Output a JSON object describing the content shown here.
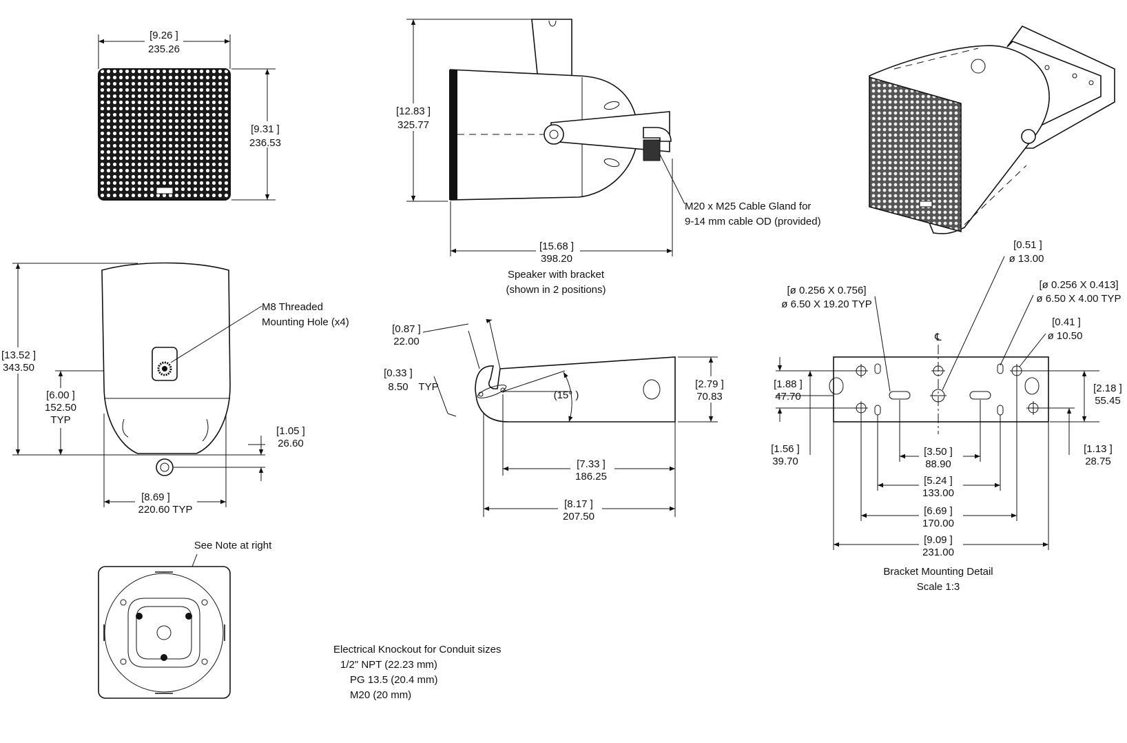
{
  "front_view": {
    "width_in": "[9.26 ]",
    "width_mm": "235.26",
    "height_in": "[9.31 ]",
    "height_mm": "236.53"
  },
  "side_view": {
    "height_in": "[12.83 ]",
    "height_mm": "325.77",
    "depth_in": "[15.68 ]",
    "depth_mm": "398.20",
    "cable_gland_line1": "M20 x M25 Cable Gland  for",
    "cable_gland_line2": "9-14 mm cable OD (provided)",
    "caption_line1": "Speaker with bracket",
    "caption_line2": "(shown in 2 positions)"
  },
  "back_view": {
    "height_in": "[13.52 ]",
    "height_mm": "343.50",
    "mount_height_in": "[6.00 ]",
    "mount_height_mm": "152.50",
    "mount_height_typ": "TYP",
    "hole_note_line1": "M8 Threaded",
    "hole_note_line2": "Mounting Hole  (x4)",
    "offset_in": "[1.05 ]",
    "offset_mm": "26.60",
    "width_in": "[8.69 ]",
    "width_mm": "220.60  TYP"
  },
  "bottom_view": {
    "note": "See Note at right"
  },
  "knockout_note": {
    "title": "Electrical Knockout for Conduit sizes",
    "sizes": [
      "1/2\" NPT (22.23 mm)",
      "PG 13.5 (20.4 mm)",
      "M20 (20 mm)"
    ]
  },
  "bracket_side": {
    "tab_in": "[0.87 ]",
    "tab_mm": "22.00",
    "slot_in": "[0.33 ]",
    "slot_mm": "8.50",
    "slot_typ": "TYP",
    "angle": "(15° )",
    "height_in": "[2.79 ]",
    "height_mm": "70.83",
    "inner_len_in": "[7.33 ]",
    "inner_len_mm": "186.25",
    "total_len_in": "[8.17 ]",
    "total_len_mm": "207.50"
  },
  "bracket_detail": {
    "center_hole_in": "[0.51 ]",
    "center_hole_mm": "ø  13.00",
    "slot_large_in": "[ø  0.256  X  0.756]",
    "slot_large_mm": "ø  6.50  X  19.20  TYP",
    "slot_small_in": "[ø  0.256  X  0.413]",
    "slot_small_mm": "ø  6.50  X  4.00  TYP",
    "hole_in": "[0.41 ]",
    "hole_mm": "ø  10.50",
    "centerline": "℄",
    "left_h_in": "[1.88 ]",
    "left_h_mm": "47.70",
    "left_low_in": "[1.56 ]",
    "left_low_mm": "39.70",
    "right_h_in": "[2.18 ]",
    "right_h_mm": "55.45",
    "right_low_in": "[1.13 ]",
    "right_low_mm": "28.75",
    "d1_in": "[3.50 ]",
    "d1_mm": "88.90",
    "d2_in": "[5.24 ]",
    "d2_mm": "133.00",
    "d3_in": "[6.69 ]",
    "d3_mm": "170.00",
    "d4_in": "[9.09 ]",
    "d4_mm": "231.00",
    "caption_line1": "Bracket Mounting Detail",
    "caption_line2": "Scale 1:3"
  }
}
